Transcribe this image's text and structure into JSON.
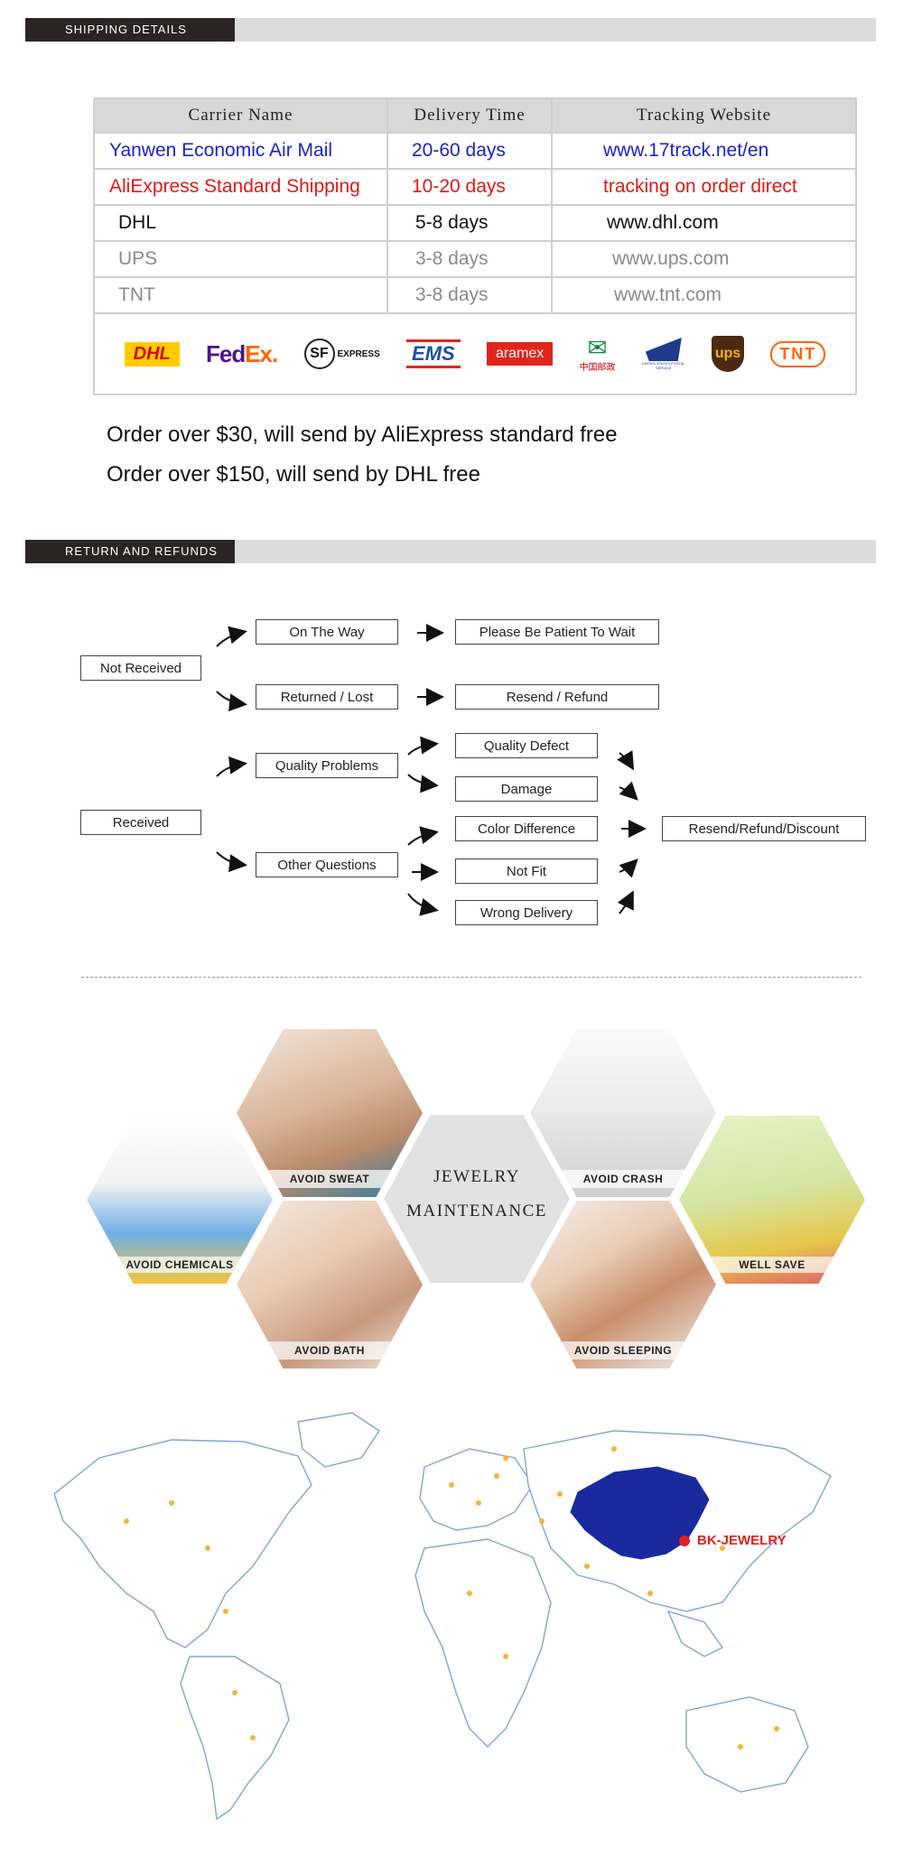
{
  "shipping": {
    "section_label": "SHIPPING DETAILS",
    "headers": [
      "Carrier Name",
      "Delivery Time",
      "Tracking Website"
    ],
    "rows": [
      {
        "name": "Yanwen Economic Air Mail",
        "time": "20-60 days",
        "site": "www.17track.net/en",
        "color": "#1a23c9"
      },
      {
        "name": "AliExpress Standard Shipping",
        "time": "10-20 days",
        "site": "tracking on order direct",
        "color": "#e51717"
      },
      {
        "name": "DHL",
        "time": "5-8 days",
        "site": "www.dhl.com",
        "color": "#111111"
      },
      {
        "name": "UPS",
        "time": "3-8 days",
        "site": "www.ups.com",
        "color": "#8a8a8a"
      },
      {
        "name": "TNT",
        "time": "3-8 days",
        "site": "www.tnt.com",
        "color": "#8a8a8a"
      }
    ],
    "logos": {
      "dhl": "DHL",
      "fedex_a": "Fed",
      "fedex_b": "Ex",
      "fedex_c": ".",
      "sf": "SF",
      "sf_sub": "EXPRESS",
      "ems": "EMS",
      "aramex": "aramex",
      "china_post": "中国邮政",
      "usps": "UNITED STATES POSTAL SERVICE",
      "ups": "ups",
      "tnt": "TNT"
    },
    "notes": [
      "Order over $30, will send by AliExpress standard free",
      "Order over $150, will send by DHL free"
    ]
  },
  "returns": {
    "section_label": "RETURN AND REFUNDS",
    "not_received": "Not Received",
    "on_the_way": "On The Way",
    "please_wait": "Please Be Patient To Wait",
    "returned_lost": "Returned / Lost",
    "resend_refund": "Resend / Refund",
    "received": "Received",
    "quality_problems": "Quality Problems",
    "other_questions": "Other Questions",
    "quality_defect": "Quality Defect",
    "damage": "Damage",
    "color_difference": "Color Difference",
    "not_fit": "Not Fit",
    "wrong_delivery": "Wrong Delivery",
    "resend_refund_discount": "Resend/Refund/Discount"
  },
  "maintenance": {
    "title_line1": "JEWELRY",
    "title_line2": "MAINTENANCE",
    "avoid_sweat": "AVOID SWEAT",
    "avoid_chemicals": "AVOID CHEMICALS",
    "avoid_bath": "AVOID BATH",
    "avoid_crash": "AVOID CRASH",
    "well_save": "WELL SAVE",
    "avoid_sleeping": "AVOID SLEEPING"
  },
  "map": {
    "marker_label": "BK-JEWELRY"
  }
}
